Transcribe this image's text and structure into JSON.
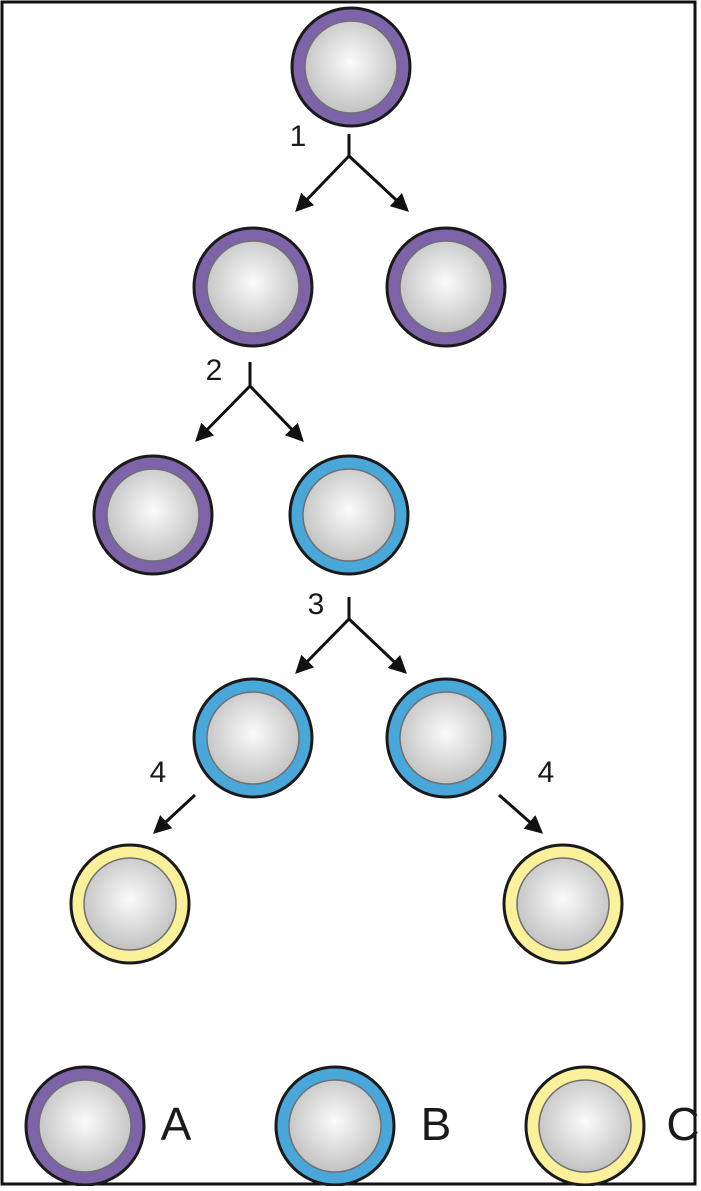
{
  "diagram": {
    "colors": {
      "A": "#7d63a8",
      "B": "#4aa7d9",
      "C": "#faf19a",
      "core_center": "#fbfbfb",
      "core_edge": "#bdbdbd",
      "stroke": "#1a1a1a"
    },
    "steps": [
      {
        "label": "1"
      },
      {
        "label": "2"
      },
      {
        "label": "3"
      },
      {
        "label": "4"
      },
      {
        "label": "4"
      }
    ],
    "cells": [
      {
        "type": "A"
      },
      {
        "type": "A"
      },
      {
        "type": "A"
      },
      {
        "type": "A"
      },
      {
        "type": "B"
      },
      {
        "type": "B"
      },
      {
        "type": "B"
      },
      {
        "type": "C"
      },
      {
        "type": "C"
      }
    ],
    "legend": [
      {
        "type": "A",
        "label": "A"
      },
      {
        "type": "B",
        "label": "B"
      },
      {
        "type": "C",
        "label": "C"
      }
    ]
  }
}
